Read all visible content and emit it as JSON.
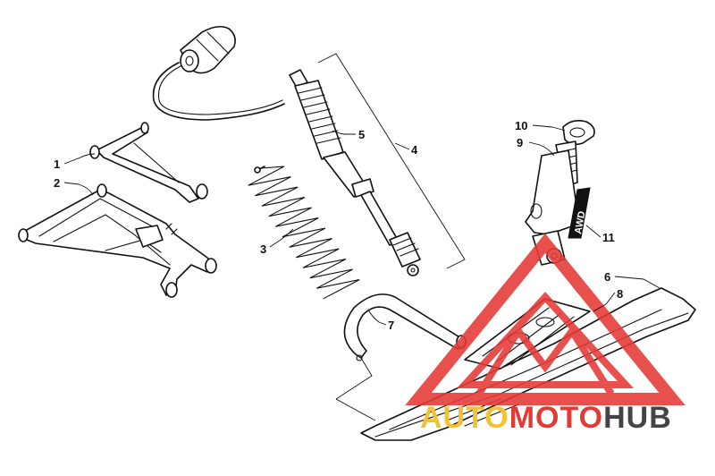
{
  "callouts": [
    {
      "id": "1",
      "label": "1"
    },
    {
      "id": "2",
      "label": "2"
    },
    {
      "id": "3",
      "label": "3"
    },
    {
      "id": "4",
      "label": "4"
    },
    {
      "id": "5",
      "label": "5"
    },
    {
      "id": "6",
      "label": "6"
    },
    {
      "id": "7",
      "label": "7"
    },
    {
      "id": "8",
      "label": "8"
    },
    {
      "id": "9",
      "label": "9"
    },
    {
      "id": "10",
      "label": "10"
    },
    {
      "id": "11",
      "label": "11"
    }
  ],
  "decal_text": "AWD",
  "watermark": {
    "part1": "AUTO",
    "part2": "MOTO",
    "part3": "HUB",
    "color_gold": "#f2c230",
    "color_red": "#e53935",
    "color_dark": "#444444"
  }
}
